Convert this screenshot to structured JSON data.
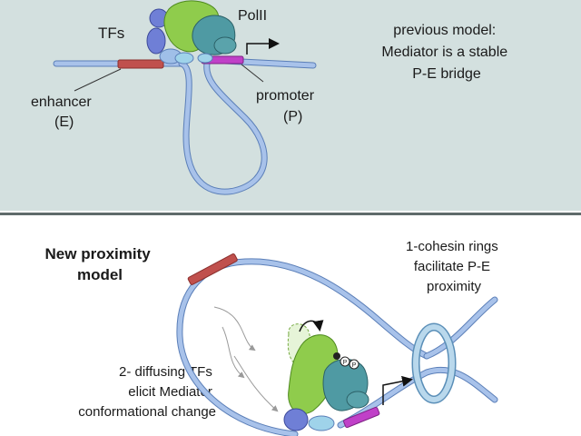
{
  "top": {
    "labels": {
      "tfs": "TFs",
      "polii": "PolII",
      "enhancer": "enhancer",
      "enhancer_abbr": "(E)",
      "promoter": "promoter",
      "promoter_abbr": "(P)"
    },
    "note": [
      "previous model:",
      "Mediator is a stable",
      "P-E bridge"
    ]
  },
  "bottom": {
    "title": [
      "New proximity",
      "model"
    ],
    "note1": [
      "1-cohesin rings",
      "facilitate P-E",
      "proximity"
    ],
    "note2": [
      "2- diffusing TFs",
      "elicit Mediator",
      "conformational change"
    ],
    "phospho": [
      "P",
      "P"
    ]
  },
  "colors": {
    "dna": "#a8c2ea",
    "dna_outline": "#5b7fb8",
    "enhancer": "#c0504d",
    "promoter": "#c040c8",
    "tf": "#6f7fd6",
    "mediator": "#8fcc4c",
    "polii": "#4f9aa3",
    "cohesin": "#b9d8ec"
  }
}
